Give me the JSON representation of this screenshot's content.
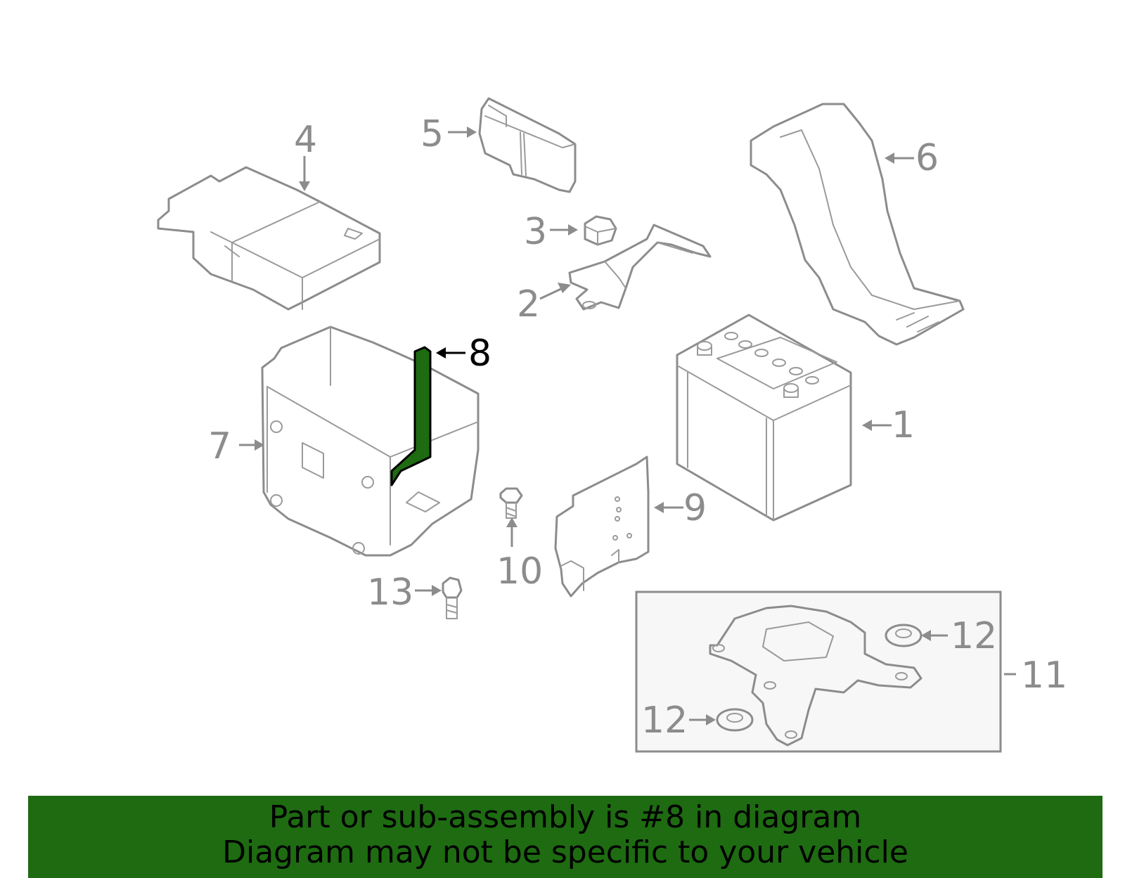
{
  "diagram": {
    "highlight_color": "#1e6b12",
    "line_color": "#8c8c8c",
    "highlighted_part": "8",
    "callouts": {
      "c1": "1",
      "c2": "2",
      "c3": "3",
      "c4": "4",
      "c5": "5",
      "c6": "6",
      "c7": "7",
      "c8": "8",
      "c9": "9",
      "c10": "10",
      "c11": "11",
      "c12a": "12",
      "c12b": "12",
      "c13": "13"
    }
  },
  "banner": {
    "line1": "Part or sub-assembly is #8 in diagram",
    "line2": "Diagram may not be specific to your vehicle"
  }
}
